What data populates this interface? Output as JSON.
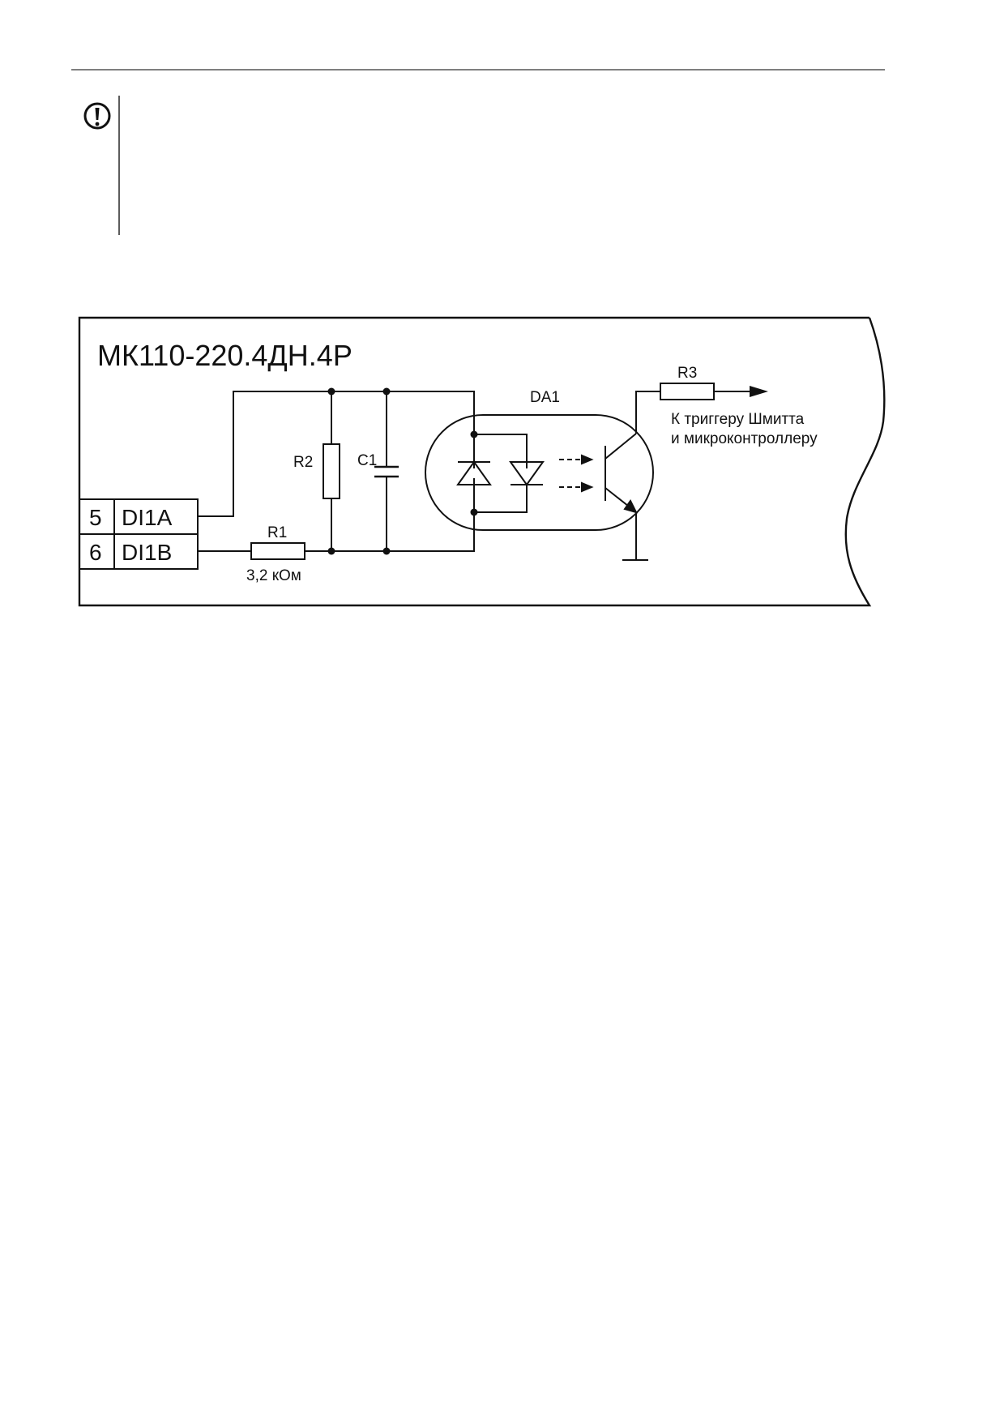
{
  "device_title": "МК110-220.4ДН.4Р",
  "terminals": [
    {
      "number": "5",
      "name": "DI1A"
    },
    {
      "number": "6",
      "name": "DI1B"
    }
  ],
  "components": {
    "r1_label": "R1",
    "r1_value": "3,2 кОм",
    "r2_label": "R2",
    "c1_label": "C1",
    "da1_label": "DA1",
    "r3_label": "R3"
  },
  "output_label_line1": "К триггеру Шмитта",
  "output_label_line2": "и микроконтроллеру",
  "note_icon": "exclamation-circle-icon",
  "colors": {
    "ink": "#111111",
    "background": "#ffffff"
  }
}
